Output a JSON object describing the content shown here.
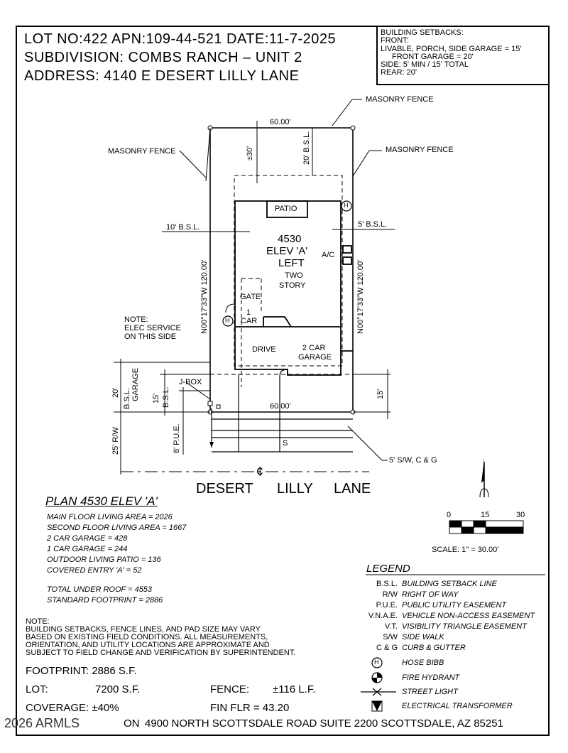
{
  "header": {
    "line1": "LOT NO:422 APN:109-44-521 DATE:11-7-2025",
    "line2": "SUBDIVISION: COMBS RANCH – UNIT 2",
    "line3": "ADDRESS: 4140 E DESERT LILLY LANE"
  },
  "setbacks": {
    "title": "BUILDING SETBACKS:",
    "front": "FRONT:",
    "livable": "LIVABLE, PORCH, SIDE GARAGE = 15'",
    "front_garage": "FRONT GARAGE = 20'",
    "side": "SIDE: 5' MIN / 15' TOTAL",
    "rear": "REAR: 20'"
  },
  "site": {
    "masonry_top": "MASONRY FENCE",
    "masonry_left": "MASONRY FENCE",
    "masonry_right": "MASONRY FENCE",
    "dim_top": "60.00'",
    "dim_bottom": "60.00'",
    "dim_30": "±30'",
    "dim_20_bsl": "20' B.S.L.",
    "left_bsl": "10' B.S.L.",
    "right_bsl": "5' B.S.L.",
    "left_bearing": "N00°17'33\"W 120.00'",
    "right_bearing": "N00°17'33\"W 120.00'",
    "patio": "PATIO",
    "plan_num": "4530",
    "elev": "ELEV 'A'",
    "left": "LEFT",
    "two": "TWO",
    "story": "STORY",
    "ac": "A/C",
    "gate": "GATE",
    "one": "1",
    "car": "CAR",
    "drive": "DRIVE",
    "two_car": "2 CAR",
    "garage": "GARAGE",
    "hose": "H",
    "note_title": "NOTE:",
    "note_l1": "ELEC SERVICE",
    "note_l2": "ON THIS SIDE",
    "dim_20": "20'",
    "bsl_garage_1": "B.S.L.",
    "bsl_garage_2": "GARAGE",
    "dim_15_left": "15'",
    "bsl_15": "B.S.L.",
    "jbox": "J-BOX",
    "pue": "8' P.U.E.",
    "rw": "25' R/W",
    "dim_15_right": "15'",
    "sw": "5' S/W, C & G",
    "s_mark": "S",
    "street_1": "DESERT",
    "street_2": "LILLY",
    "street_3": "LANE"
  },
  "plan": {
    "title": "PLAN 4530 ELEV 'A'",
    "items": [
      "MAIN FLOOR LIVING AREA = 2026",
      "SECOND FLOOR LIVING AREA = 1667",
      "2 CAR GARAGE = 428",
      "1 CAR GARAGE = 244",
      "OUTDOOR LIVING PATIO = 136",
      "COVERED ENTRY 'A' = 52"
    ],
    "totals": [
      "TOTAL UNDER ROOF = 4553",
      "STANDARD FOOTPRINT = 2886"
    ]
  },
  "note": {
    "title": "NOTE:",
    "lines": [
      "BUILDING SETBACKS, FENCE LINES, AND PAD SIZE MAY VARY",
      "BASED ON EXISTING FIELD CONDITIONS.  ALL MEASUREMENTS,",
      "ORIENTATION, AND UTILITY LOCATIONS ARE APPROXIMATE AND",
      "SUBJECT TO FIELD CHANGE AND VERIFICATION BY SUPERINTENDENT."
    ]
  },
  "stats": {
    "footprint": "FOOTPRINT: 2886 S.F.",
    "lot_label": "LOT:",
    "lot_value": "7200 S.F.",
    "fence_label": "FENCE:",
    "fence_value": "±116 L.F.",
    "coverage": "COVERAGE: ±40%",
    "fin_flr": "FIN FLR = 43.20"
  },
  "footer": {
    "watermark": "2026 ARMLS",
    "address": "4900 NORTH SCOTTSDALE ROAD SUITE 2200 SCOTTSDALE, AZ  85251",
    "prefix": "ON"
  },
  "scale": {
    "t0": "0",
    "t15": "15",
    "t30": "30",
    "label": "SCALE: 1\" = 30.00'"
  },
  "legend": {
    "title": "LEGEND",
    "items": [
      {
        "abbr": "B.S.L.",
        "desc": "BUILDING SETBACK LINE"
      },
      {
        "abbr": "R/W",
        "desc": "RIGHT OF WAY"
      },
      {
        "abbr": "P.U.E.",
        "desc": "PUBLIC UTILITY EASEMENT"
      },
      {
        "abbr": "V.N.A.E.",
        "desc": "VEHICLE NON-ACCESS EASEMENT"
      },
      {
        "abbr": "V.T.",
        "desc": "VISIBILITY TRIANGLE EASEMENT"
      },
      {
        "abbr": "S/W",
        "desc": "SIDE WALK"
      },
      {
        "abbr": "C & G",
        "desc": "CURB & GUTTER"
      }
    ],
    "symbols": [
      {
        "icon": "hose-bibb-icon",
        "desc": "HOSE BIBB"
      },
      {
        "icon": "fire-hydrant-icon",
        "desc": "FIRE HYDRANT"
      },
      {
        "icon": "street-light-icon",
        "desc": "STREET LIGHT"
      },
      {
        "icon": "electrical-transformer-icon",
        "desc": "ELECTRICAL TRANSFORMER"
      }
    ],
    "hose_letter": "H"
  }
}
